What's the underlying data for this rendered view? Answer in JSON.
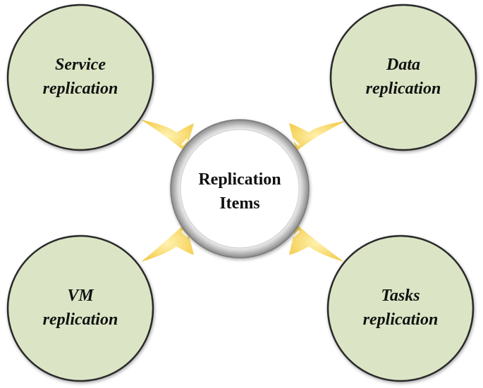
{
  "center": {
    "line1": "Replication",
    "line2": "Items"
  },
  "nodes": {
    "service": {
      "line1": "Service",
      "line2": "replication"
    },
    "data": {
      "line1": "Data",
      "line2": "replication"
    },
    "vm": {
      "line1": "VM",
      "line2": "replication"
    },
    "tasks": {
      "line1": "Tasks",
      "line2": "replication"
    }
  },
  "colors": {
    "node_fill": "#dbe5c5",
    "node_stroke": "#2b2b2b",
    "arrow": "#f3cd4f",
    "center_ring": "#bdbdbd",
    "center_fill": "#ffffff"
  }
}
